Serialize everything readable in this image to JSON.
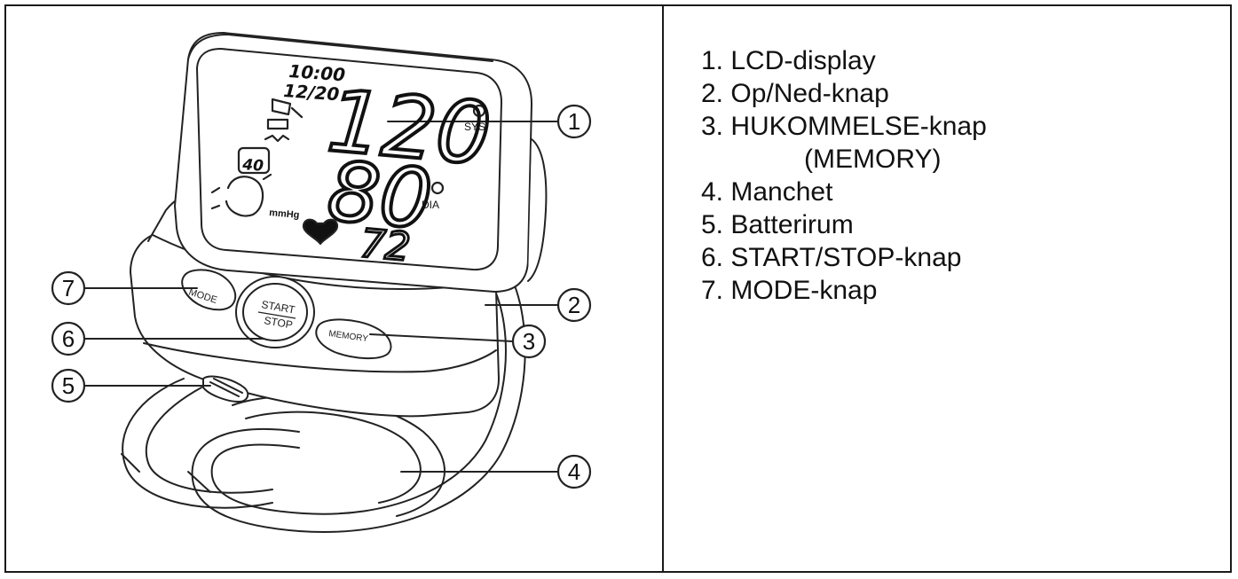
{
  "diagram": {
    "display": {
      "time": "10:00",
      "date": "12/20",
      "systolic": "120",
      "diastolic": "80",
      "pulse": "72",
      "sys_label": "SYS",
      "dia_label": "DIA",
      "unit": "mmHg",
      "mode_indicator": "40"
    },
    "buttons": {
      "mode": "MODE",
      "start": "START",
      "stop": "STOP",
      "memory": "MEMORY"
    },
    "callouts": [
      "1",
      "2",
      "3",
      "4",
      "5",
      "6",
      "7"
    ]
  },
  "legend": {
    "items": [
      "1. LCD-display",
      "2. Op/Ned-knap",
      "3. HUKOMMELSE-knap",
      "(MEMORY)",
      "4. Manchet",
      "5. Batterirum",
      "6. START/STOP-knap",
      "7. MODE-knap"
    ]
  }
}
